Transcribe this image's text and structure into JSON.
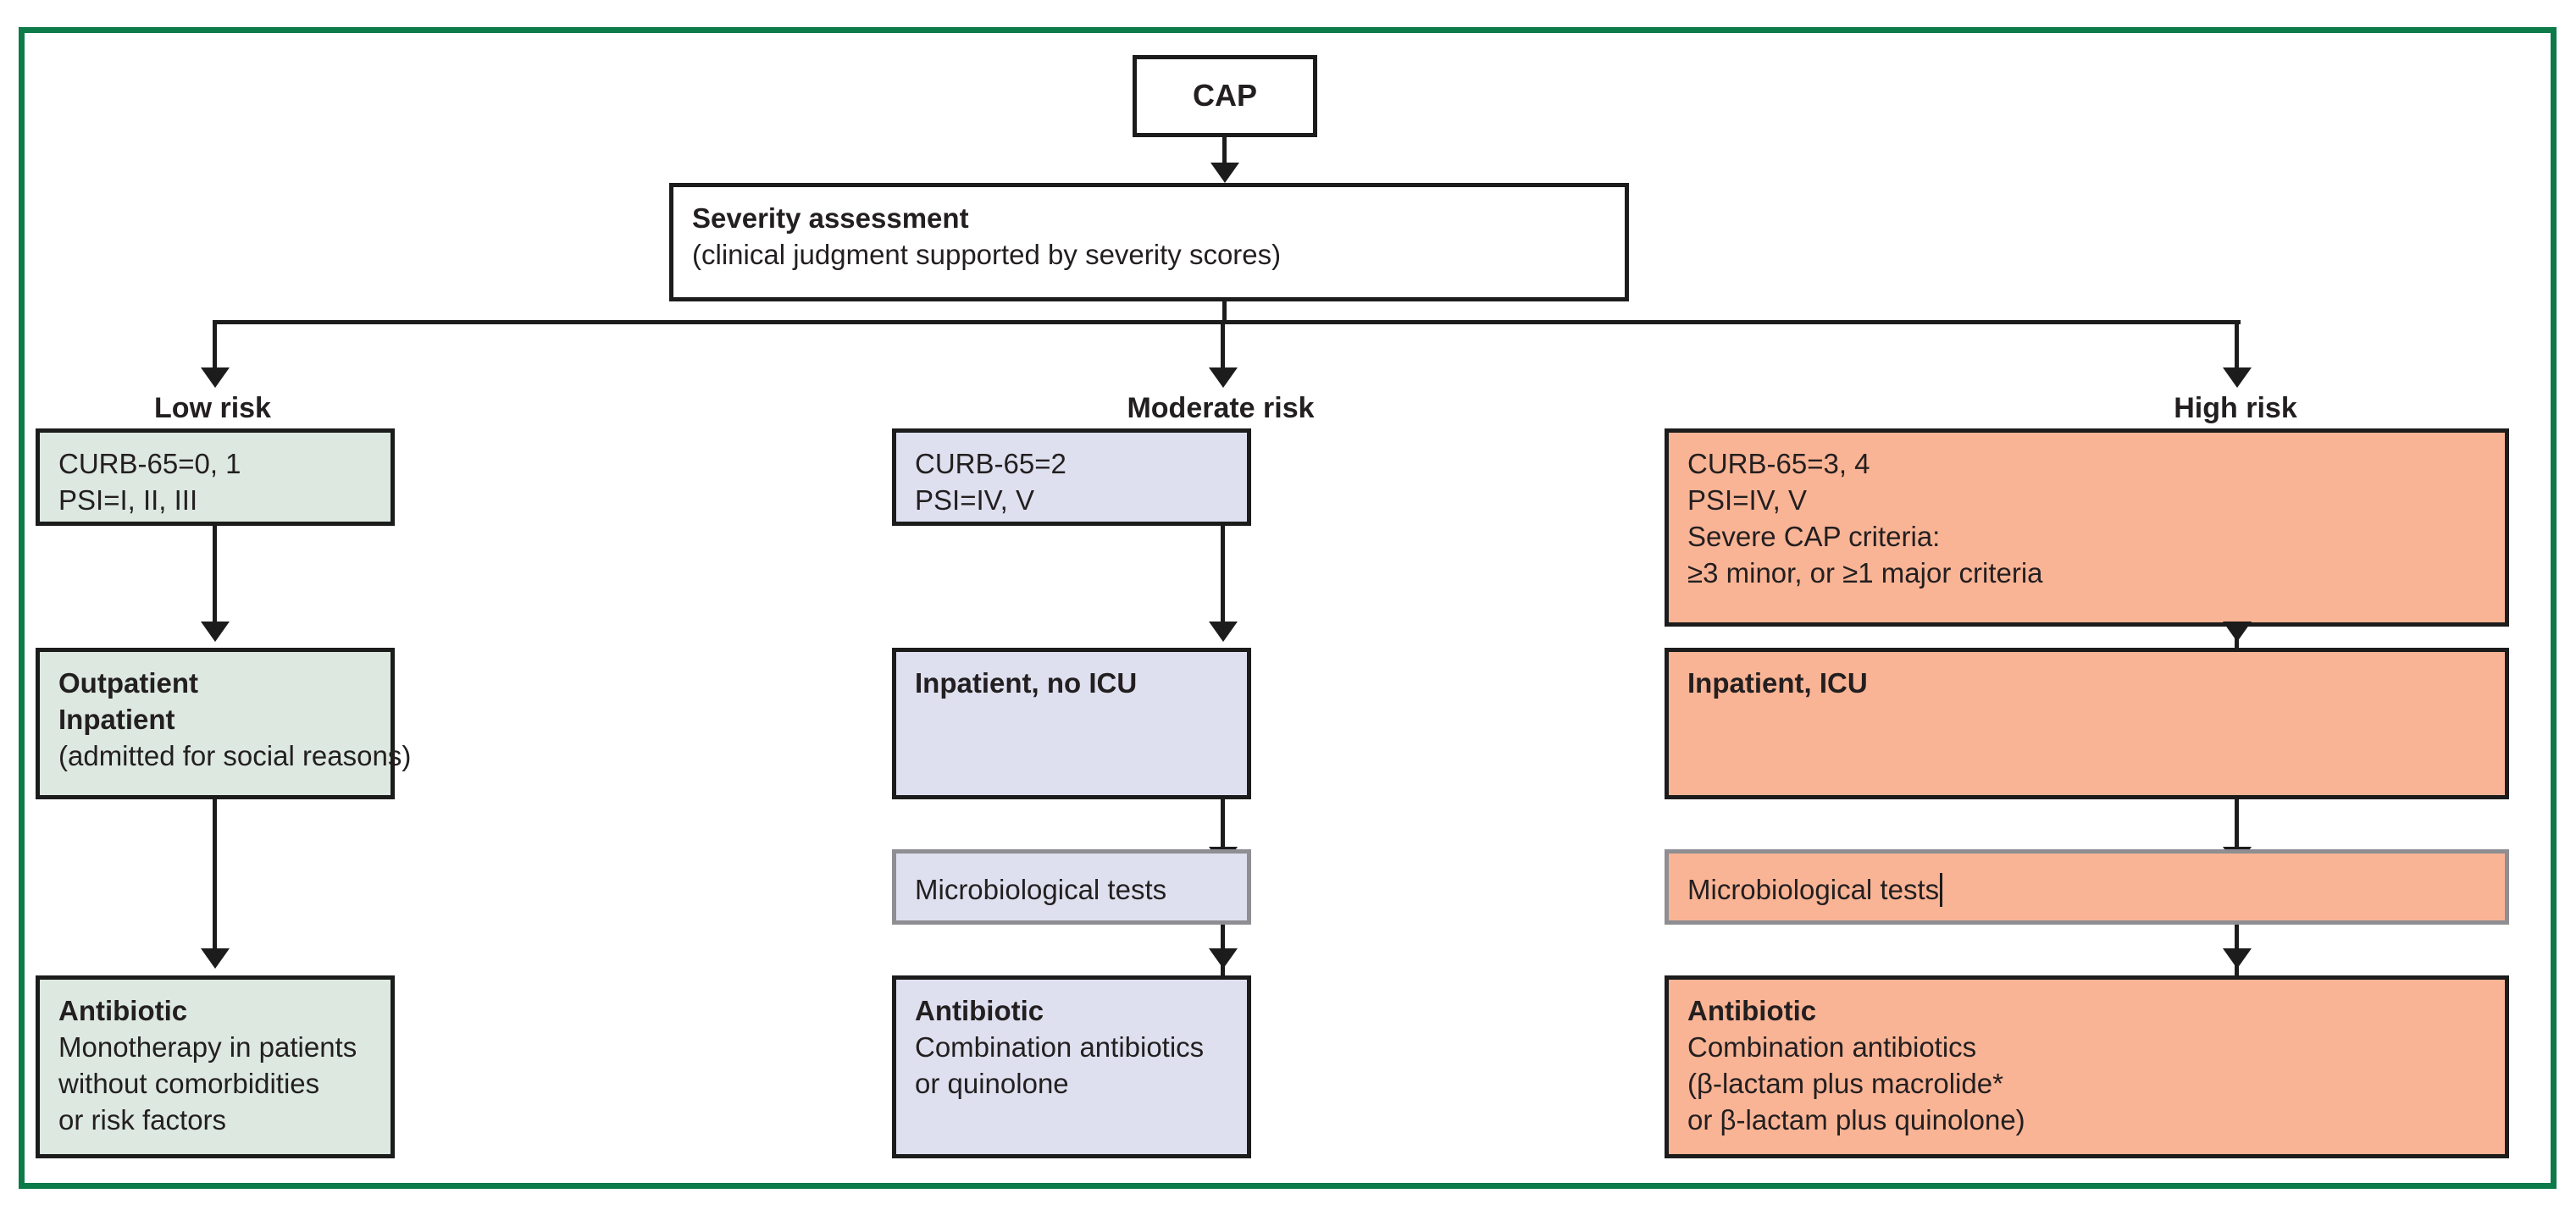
{
  "diagram": {
    "title": "CAP severity assessment and management flowchart",
    "frame_color": "#0d7a4a",
    "line_color": "#1c1c1c"
  },
  "nodes": {
    "cap": {
      "label": "CAP"
    },
    "severity": {
      "title": "Severity assessment",
      "subtitle": "(clinical judgment supported by severity scores)"
    }
  },
  "columns": [
    {
      "id": "low",
      "heading": "Low risk",
      "fill": "#dce8e0",
      "criteria": {
        "lines": [
          "CURB-65=0, 1",
          "PSI=I, II, III"
        ]
      },
      "setting": {
        "bold_lines": [
          "Outpatient",
          "Inpatient"
        ],
        "lines": [
          "(admitted for social reasons)"
        ]
      },
      "micro": null,
      "antibiotic": {
        "title": "Antibiotic",
        "lines": [
          "Monotherapy in patients",
          "without comorbidities",
          "or risk factors"
        ]
      }
    },
    {
      "id": "moderate",
      "heading": "Moderate risk",
      "fill": "#dee0ef",
      "criteria": {
        "lines": [
          "CURB-65=2",
          "PSI=IV, V"
        ]
      },
      "setting": {
        "bold_lines": [
          "Inpatient, no ICU"
        ],
        "lines": []
      },
      "micro": {
        "label": "Microbiological tests",
        "has_caret": false
      },
      "antibiotic": {
        "title": "Antibiotic",
        "lines": [
          "Combination antibiotics",
          "or quinolone"
        ]
      }
    },
    {
      "id": "high",
      "heading": "High risk",
      "fill": "#f9b495",
      "criteria": {
        "lines": [
          "CURB-65=3, 4",
          "PSI=IV, V",
          "Severe CAP criteria:",
          "≥3 minor, or ≥1 major criteria"
        ]
      },
      "setting": {
        "bold_lines": [
          "Inpatient, ICU"
        ],
        "lines": []
      },
      "micro": {
        "label": "Microbiological tests",
        "has_caret": true
      },
      "antibiotic": {
        "title": "Antibiotic",
        "lines": [
          "Combination antibiotics",
          "(β-lactam plus macrolide*",
          "or β-lactam plus quinolone)"
        ]
      }
    }
  ]
}
